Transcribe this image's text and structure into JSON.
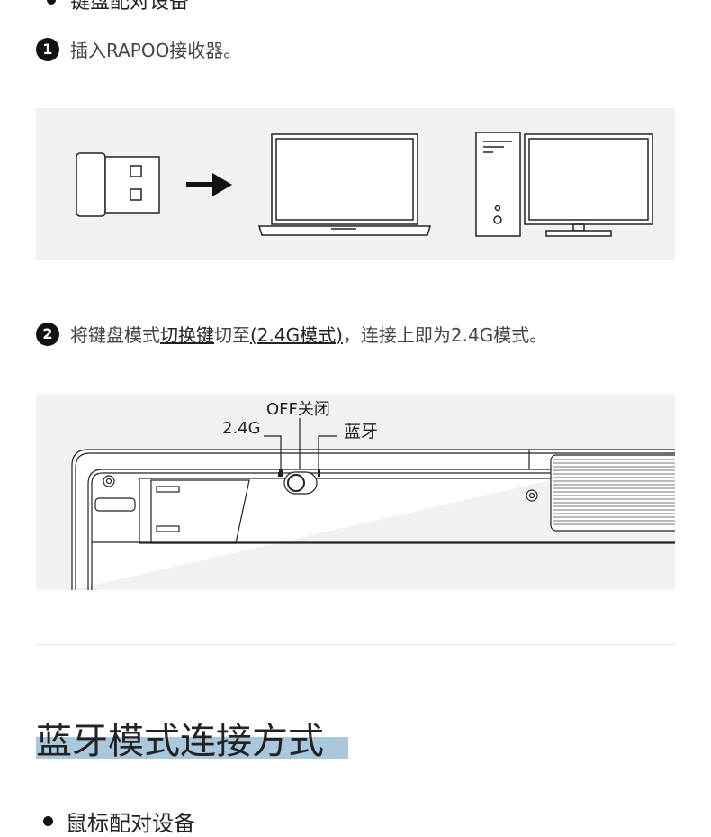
{
  "top_item": {
    "text": "键盘配对设备"
  },
  "step1": {
    "number": "1",
    "text": "插入RAPOO接收器。"
  },
  "step2": {
    "number": "2",
    "part1": "将键盘模式",
    "part2_underlined": "切换键",
    "part3": "切至",
    "part4_underlined": "(2.4G模式)",
    "part5": "，连接上即为2.4G模式。"
  },
  "switch_labels": {
    "off": "OFF关闭",
    "g24": "2.4G",
    "bluetooth": "蓝牙"
  },
  "section": {
    "title": "蓝牙模式连接方式"
  },
  "bottom_item": {
    "text": "鼠标配对设备"
  },
  "colors": {
    "panel_bg": "#f1f1f1",
    "title_highlight": "#a9c8dc",
    "divider": "#e6e6e6"
  }
}
